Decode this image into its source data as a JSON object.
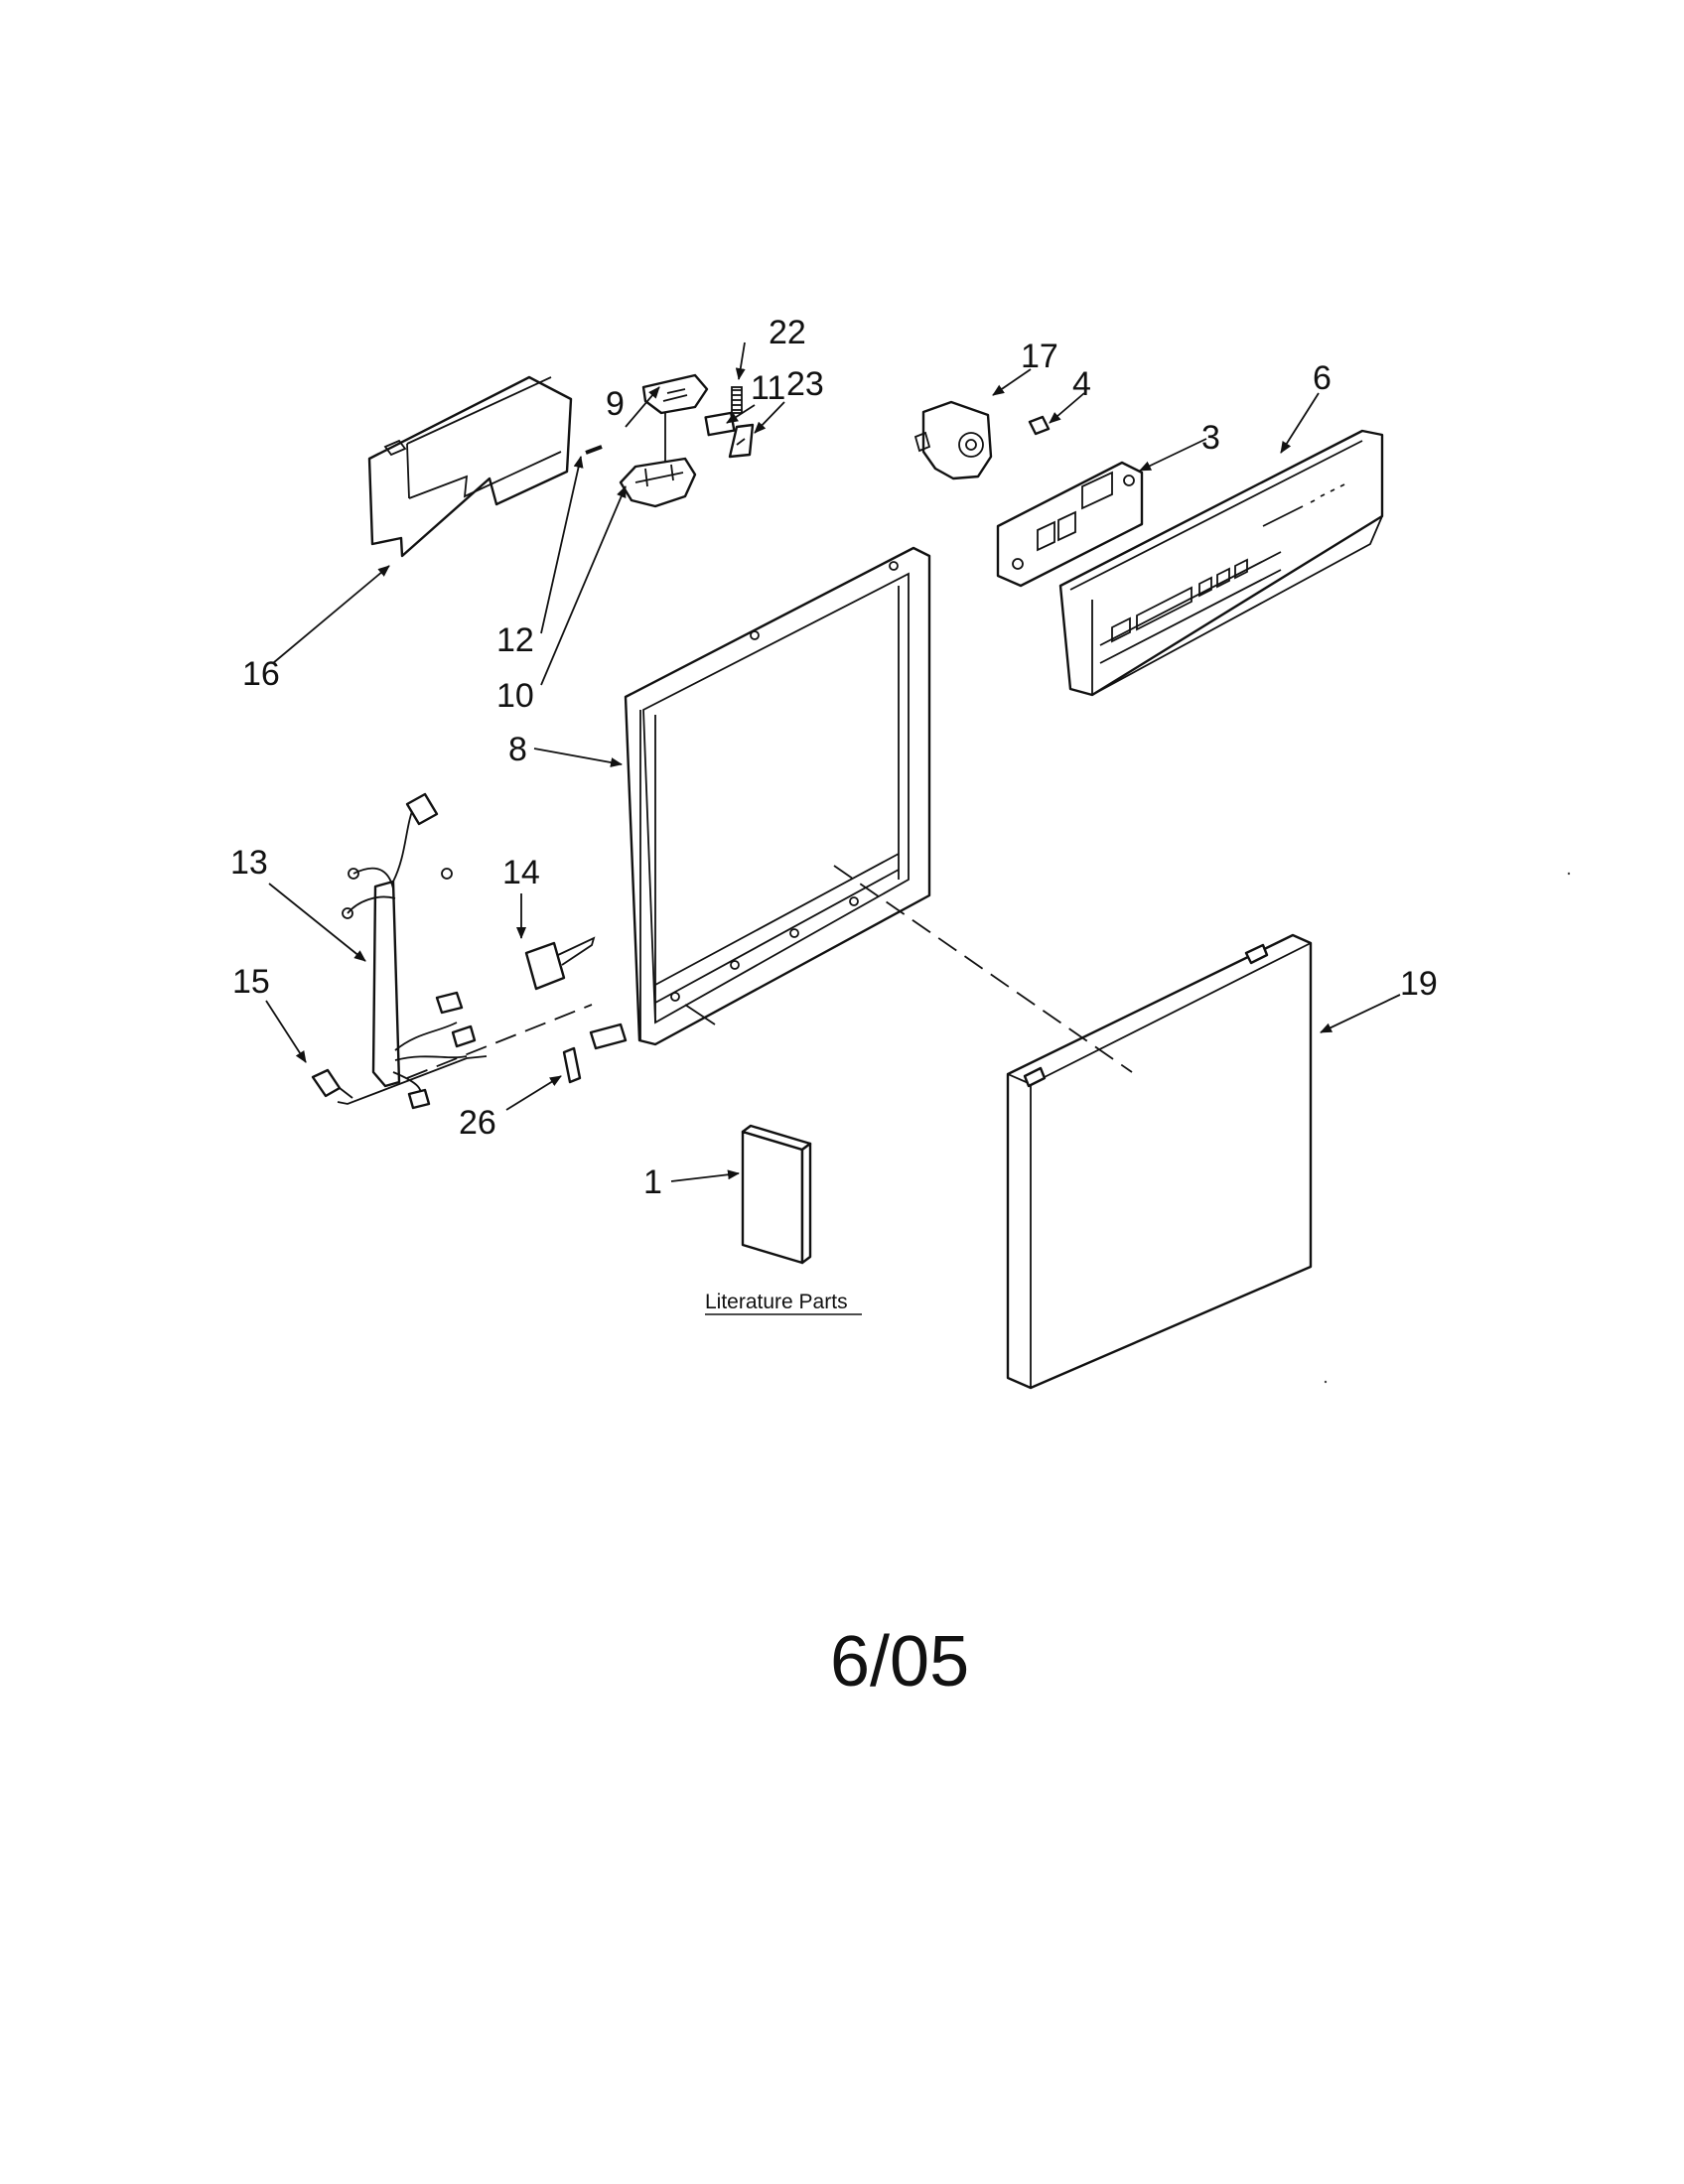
{
  "diagram": {
    "callouts": {
      "c1": "1",
      "c3": "3",
      "c4": "4",
      "c6": "6",
      "c8": "8",
      "c9": "9",
      "c10": "10",
      "c11": "11",
      "c12": "12",
      "c13": "13",
      "c14": "14",
      "c15": "15",
      "c16": "16",
      "c17": "17",
      "c19": "19",
      "c22": "22",
      "c23": "23",
      "c26": "26"
    },
    "literature_caption": "Literature Parts",
    "page_date": "6/05"
  }
}
